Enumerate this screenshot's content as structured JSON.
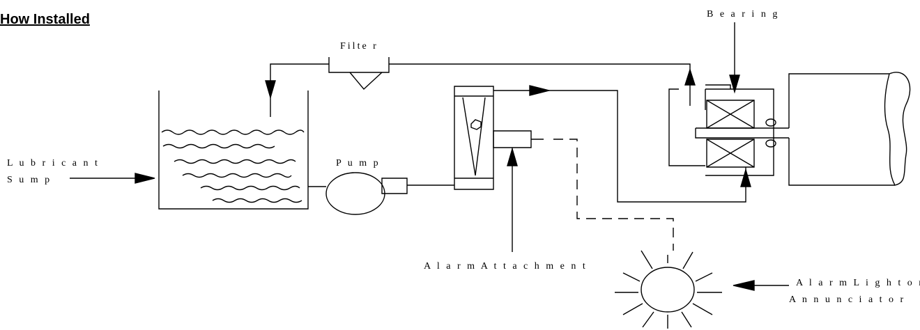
{
  "heading": "How Installed",
  "labels": {
    "filter": "Filte r",
    "bearing": "B e a r i n g",
    "lubricant_sump_line1": "L u b r i c a n t",
    "lubricant_sump_line2": "S u m p",
    "pump": "P u m p",
    "alarm_attachment": "A l a r m   A t t a c h m e n t",
    "alarm_light_line1": "A l a r m   L i g h t o r",
    "alarm_light_line2": "A n n u n c i a t o r"
  }
}
